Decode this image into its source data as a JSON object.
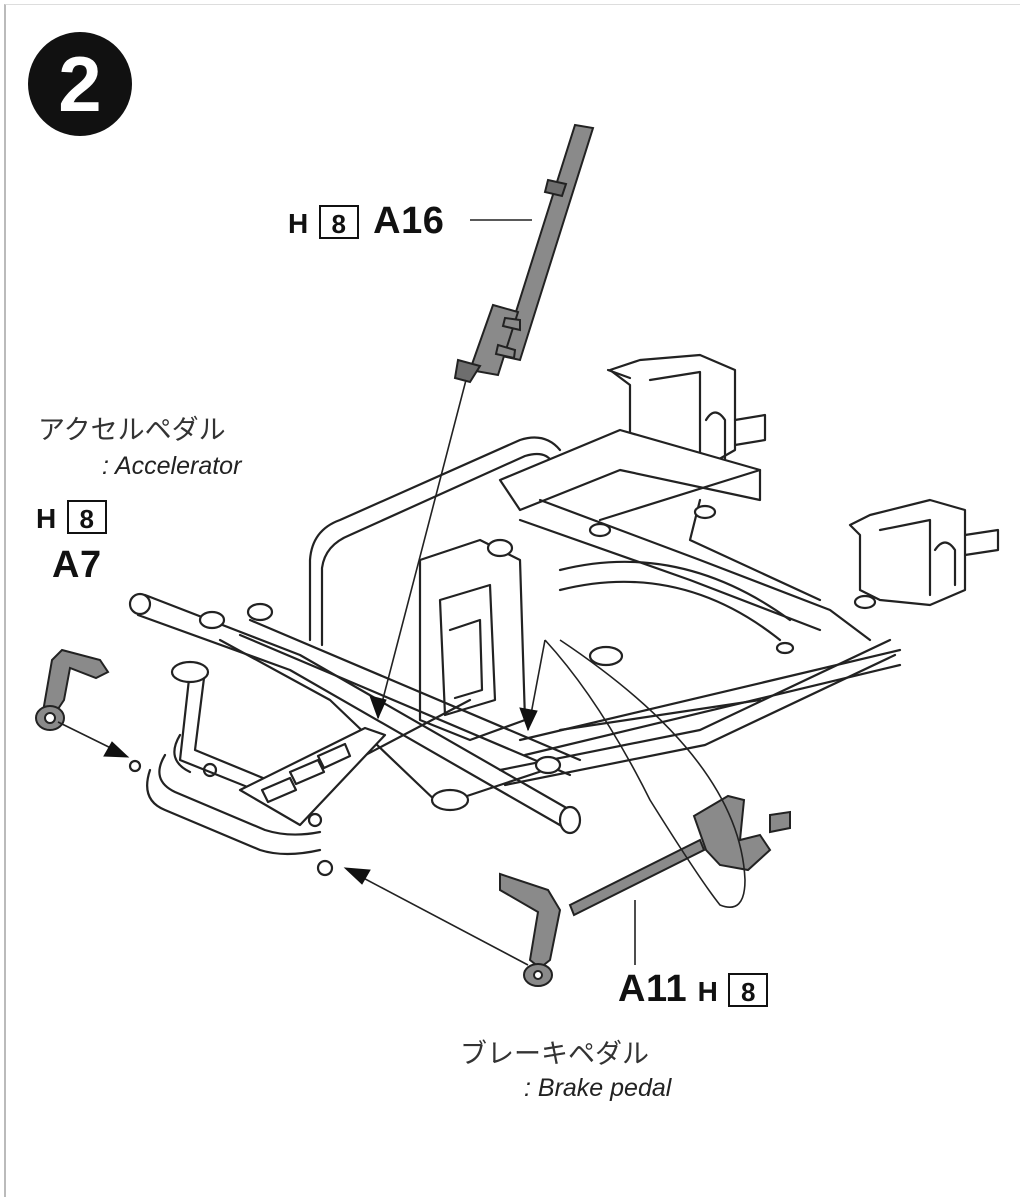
{
  "step": {
    "number": "2"
  },
  "parts": {
    "steering": {
      "paint_code": "H",
      "paint_number": "8",
      "part_number": "A16"
    },
    "accelerator": {
      "label_jp": "アクセルペダル",
      "label_en": ": Accelerator",
      "paint_code": "H",
      "paint_number": "8",
      "part_number": "A7"
    },
    "brake": {
      "label_jp": "ブレーキペダル",
      "label_en": ": Brake pedal",
      "paint_code": "H",
      "paint_number": "8",
      "part_number": "A11"
    }
  },
  "colors": {
    "line": "#222222",
    "part_fill": "#8a8a8a",
    "background": "#ffffff"
  }
}
